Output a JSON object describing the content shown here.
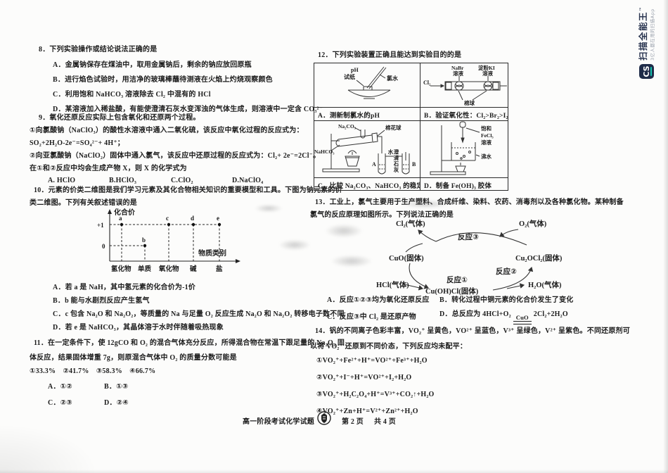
{
  "page": {
    "footer_title": "高一阶段考试化学试题",
    "footer_page": "第 2 页",
    "footer_total": "共 4 页"
  },
  "watermark": {
    "badge": "CS",
    "title": "扫描全能王",
    "tm": "™",
    "subtitle": "3亿人都在用的扫描App"
  },
  "q8": {
    "title": "8．下列实验操作或结论说法正确的是",
    "a": "A．金属钠保存在煤油中，取用金属钠后，剩余的钠应放回原瓶",
    "b": "B．进行焰色试验时，用洁净的玻璃棒蘸待测液在火焰上灼烧观察颜色",
    "c": "C．利用饱和 NaHCO₃ 溶液除去 Cl₂ 中混有的 HCl",
    "d": "D．某溶液加入稀盐酸，有能使澄清石灰水变浑浊的气体生成，则溶液中一定含 CO₃²⁻"
  },
  "q9": {
    "title": "9．氧化还原反应实际上包含氧化和还原两个过程。",
    "line1": "①向氯酸钠（NaClO₃）的酸性水溶液中通入二氧化硫，该反应中氧化过程的反应式为：",
    "line2": "SO₂+2H₂O-2e⁻=SO₄²⁻+ 4H⁺；",
    "line3": "②向亚氯酸钠（NaClO₂）固体中通入氯气，该反应中还原过程的反应式为：Cl₂+ 2e⁻=2Cl⁻。",
    "line4": "在①和②反应中均会生成产物 X，则 X 的化学式为",
    "optA": "A. HClO",
    "optB": "B.HClO₃",
    "optC": "C.ClO₂",
    "optD": "D.NaClO₄"
  },
  "q10": {
    "line1": "10．元素的价类二维图是我们学习元素及其化合物相关知识的重要模型和工具。下图为钠元素的价",
    "line2": "类二维图。下列有关叙述错误的是",
    "diagram": {
      "y_axis": "化合价",
      "x_axis": "物质类别",
      "tick1": "+1",
      "tick0": "0",
      "points": [
        "a",
        "b",
        "c",
        "d",
        "e"
      ],
      "values": [
        "+1",
        "0",
        "+1",
        "+1",
        "+1"
      ],
      "categories": [
        "氢化物",
        "单质",
        "氧化物",
        "碱",
        "盐"
      ]
    },
    "a": "A．若 a 是 NaH，其中氢元素的化合价为-1价",
    "b": "B．b 能与水剧烈反应产生氢气",
    "c": "C．c 包含 Na₂O 和 Na₂O₂，等质量的 Na 与足量 O₂ 反应生成 Na₂O 和 Na₂O₂ 转移电子数不同",
    "d": "D．若 e 是 NaHCO₃，其晶体溶于水时伴随着吸热现象"
  },
  "q11": {
    "line1": "11．在一定条件下，使 12gCO 和 O₂ 的混合气体充分反应，所得混合物在常温下跟足量的 Na₂O₂ 固",
    "line2": "体反应，结果固体增重 7g，则原混合气体中 O₂ 的质量分数可能是",
    "nums": "①33.3%　②41.7%　③58.3%　④66.7%",
    "optA": "A．①②",
    "optB": "B．①③",
    "optC": "C．②③",
    "optD": "D．②④"
  },
  "q12": {
    "title": "12．下列实验装置正确且能达到实验目的的是",
    "cellA": {
      "caption": "A．测新制氯水的pH",
      "labels": {
        "ph": "pH",
        "paper": "试纸",
        "water": "氯水"
      }
    },
    "cellB": {
      "caption": "B．验证氧化性：Cl₂>Br₂>I₂",
      "labels": {
        "cl2": "Cl₂",
        "nabr_l1": "NaBr",
        "nabr_l2": "溶液",
        "ki_l1": "淀粉KI",
        "ki_l2": "溶液",
        "cotton": "棉球"
      }
    },
    "cellC": {
      "caption": "C．比较 Na₂CO₃、NaHCO₃ 的稳定性",
      "labels": {
        "na2co3": "Na₂CO₃",
        "cotton": "棉花球",
        "nahco3": "NaHCO₃",
        "lime": "澄清石灰水",
        "ta": "A",
        "tb": "B"
      }
    },
    "cellD": {
      "caption": "D．制备 Fe(OH)₃ 胶体",
      "labels": {
        "sat": "饱和",
        "fecl3": "FeCl₃",
        "sol": "溶液",
        "water": "沸水"
      }
    }
  },
  "q13": {
    "line1": "13．工业上，氯气主要用于生产塑料、合成纤维、染料、农药、消毒剂以及各种氯化物。某种制备",
    "line2": "氯气的反应原理如图所示。下列说法正确的是",
    "cycle": {
      "cl2": "Cl₂(气体)",
      "o2": "O₂(气体)",
      "r3": "反应③",
      "cuo": "CuO(固体)",
      "cu2ocl2": "Cu₂OCl₂(固体)",
      "r2": "反应②",
      "r1": "反应①",
      "hcl": "HCl(气体)",
      "cuohcl": "Cu(OH)Cl(固体)",
      "h2o": "H₂O(气体)"
    },
    "optA": "A．反应①②③均为氧化还原反应",
    "optB": "B．转化过程中铜元素的化合价发生了变化",
    "optC": "C．反应③中 Cl₂ 是还原产物",
    "optD_pre": "D．总反应为 4HCl+O₂",
    "optD_over": "CuO",
    "optD_post": "2Cl₂+2H₂O"
  },
  "q14": {
    "line1": "14．钒的不同离子色彩丰富，VO₂⁺ 呈黄色，VO²⁺ 呈蓝色，V³⁺ 呈绿色，V²⁺ 呈紫色。不同还原剂可",
    "line2": "以将 VO₂⁺ 还原到不同价态，下列反应均未配平：",
    "eq1": "①VO₂⁺+Fe²⁺+H⁺=VO²⁺+Fe³⁺+H₂O",
    "eq2": "②VO₂⁺+I⁻+H⁺=VO²⁺+I₂+H₂O",
    "eq3": "③VO₂⁺+H₂C₂O₄+H⁺=V³⁺+CO₂↑+H₂O",
    "eq4": "④VO₂⁺+Zn+H⁺=V²⁺+Zn²⁺+H₂O"
  }
}
